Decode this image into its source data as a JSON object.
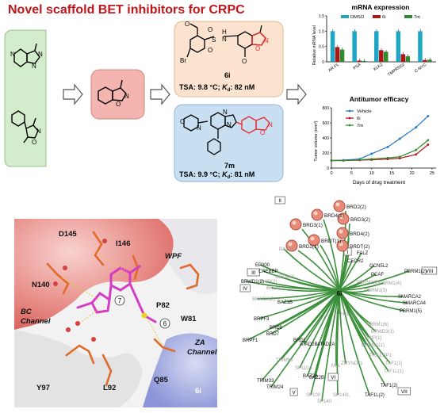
{
  "title": "Novel scaffold BET inhibitors for CRPC",
  "compounds": {
    "c6i": {
      "label": "6i",
      "tsa_prefix": "TSA: 9.8 °C",
      "kd_suffix": ": 82 nM"
    },
    "c7m": {
      "label": "7m",
      "tsa_prefix": "TSA: 9.9 °C",
      "kd_suffix": ": 81 nM"
    },
    "kd_symbol": "K",
    "kd_sub": "d"
  },
  "colors": {
    "title": "#c0161b",
    "panel_green": "#d3eccb",
    "panel_pink": "#f4b4b0",
    "panel_peach": "#fbe3cf",
    "panel_blue": "#c8dff2",
    "isoxazole_red": "#e8262b",
    "dmso": "#1fa6c4",
    "c6i": "#b01515",
    "c7m": "#2e8b2e",
    "vehicle": "#1f77c4"
  },
  "mrna_chart": {
    "title": "mRNA expression",
    "ylabel": "Relative mRNA level",
    "yticks": [
      "0",
      "0.5",
      "1.0",
      "1.5"
    ],
    "chart_data": {
      "type": "bar",
      "categories": [
        "AR-FL",
        "PSA",
        "KLK2",
        "TMPRSS2",
        "C-MYC"
      ],
      "ylim": [
        0,
        1.5
      ],
      "series": [
        {
          "name": "DMSO",
          "values": [
            1.0,
            1.0,
            1.0,
            1.0,
            1.0
          ]
        },
        {
          "name": "6i",
          "values": [
            0.48,
            0.04,
            0.38,
            0.25,
            0.06
          ]
        },
        {
          "name": "7m",
          "values": [
            0.4,
            0.03,
            0.33,
            0.18,
            0.07
          ]
        }
      ]
    }
  },
  "efficacy_chart": {
    "title": "Antitumor efficacy",
    "ylabel": "Tumor volume (mm³)",
    "xlabel": "Days of drug treatment",
    "xticks": [
      "0",
      "5",
      "10",
      "15",
      "20",
      "25"
    ],
    "yticks": [
      "0",
      "200",
      "400",
      "600",
      "800"
    ],
    "chart_data": {
      "type": "line",
      "x": [
        0,
        3,
        7,
        10,
        14,
        17,
        21,
        24
      ],
      "xlim": [
        0,
        26
      ],
      "ylim": [
        0,
        800
      ],
      "series": [
        {
          "name": "Vehicle",
          "values": [
            100,
            105,
            120,
            190,
            280,
            390,
            540,
            690
          ]
        },
        {
          "name": "6i",
          "values": [
            100,
            100,
            105,
            110,
            120,
            130,
            180,
            310
          ]
        },
        {
          "name": "7m",
          "values": [
            100,
            100,
            110,
            120,
            135,
            150,
            240,
            370
          ]
        }
      ]
    }
  },
  "structure_view": {
    "residues": [
      "D145",
      "I146",
      "WPF",
      "N140",
      "P82",
      "W81",
      "BC",
      "Channel",
      "ZA",
      "Channel",
      "Y97",
      "L92",
      "Q85",
      "6i"
    ],
    "markers": [
      "7",
      "6"
    ]
  },
  "kinome_tree": {
    "groups": [
      "I",
      "II",
      "III",
      "IV",
      "V",
      "VI",
      "VII",
      "VIII"
    ],
    "center": "6i",
    "highlighted": [
      "BRD3(1)",
      "BRD4(1)",
      "BRD2(1)",
      "BRDT(1)",
      "BRD2(2)",
      "BRD3(2)",
      "BRD4(2)",
      "BRDT(2)"
    ],
    "dark": [
      "EP300",
      "CREBBP",
      "BRWD1(2)",
      "BRPF3",
      "BRD9",
      "BRD7",
      "BRPF1",
      "BRD1",
      "ATAD2B",
      "ATAD2A",
      "TRIM33",
      "TRIM24",
      "BAZ2A",
      "BAZ2B",
      "CECR2",
      "FALZ",
      "GCN5L2",
      "PCAF",
      "PBRM1(2)",
      "SMARCA2",
      "SMARCA4",
      "PBRM1(5)",
      "TAF1(2)",
      "TAF1L(2)",
      "BAZ1B"
    ],
    "gray": [
      "BAZ1A",
      "PHIP(2)",
      "BRWD3(2)",
      "BRD8(1)",
      "BRD8(2)",
      "PBRM1(1)",
      "PBRM1(3)",
      "PBRM1(4)",
      "ASH1L",
      "PBRM1(6)",
      "BRWD3(1)",
      "PHIP(1)",
      "BRWD1(1)",
      "PRKCBP1",
      "TAF1(1)",
      "TAF1L(1)",
      "TRIM66",
      "SP110A",
      "SP100",
      "SP140",
      "SP140L",
      "MLL",
      "ZMYND11"
    ]
  }
}
